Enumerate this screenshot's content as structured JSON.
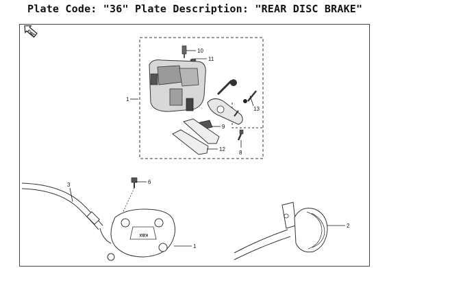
{
  "header": {
    "code_label": "Plate Code:",
    "code_value": "\"36\"",
    "desc_label": "Plate Description:",
    "desc_value": "\"REAR DISC BRAKE\""
  },
  "diagram": {
    "fwd_label": "FWD",
    "caliper_logo": "KBX",
    "callouts": {
      "c1_top": "1",
      "c1_bottom": "1",
      "c2": "2",
      "c3": "3",
      "c6": "6",
      "c8": "8",
      "c9": "9",
      "c10": "10",
      "c11": "11",
      "c12": "12",
      "c13": "13"
    }
  }
}
